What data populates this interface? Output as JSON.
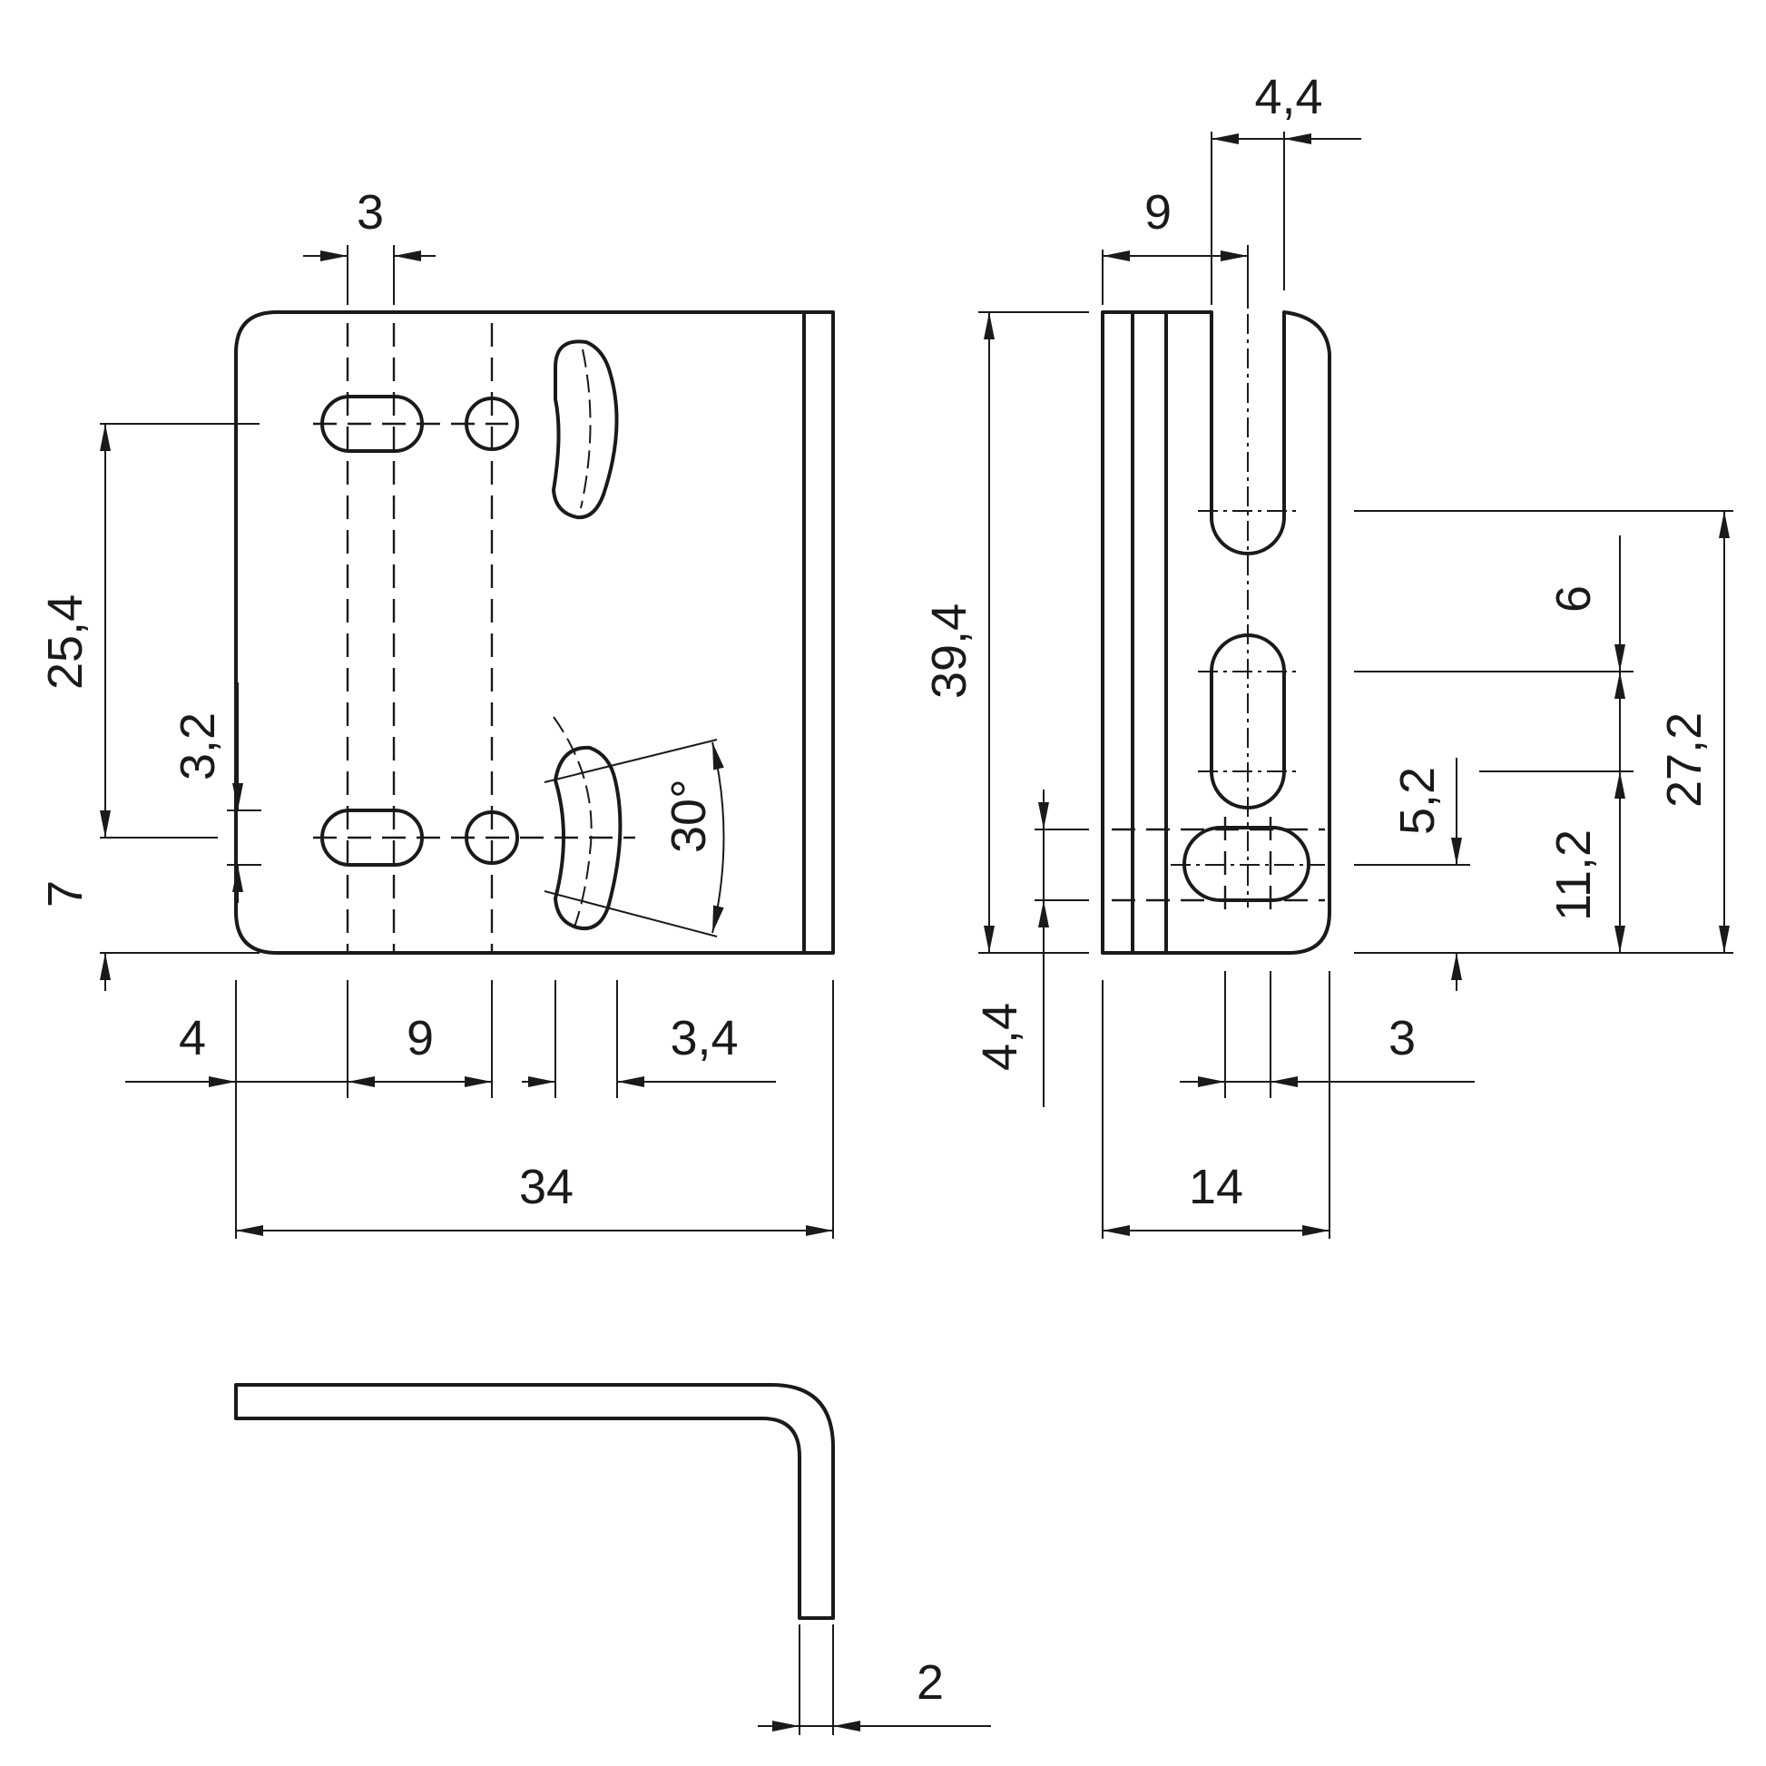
{
  "front_view": {
    "width": "34",
    "edge_to_first_hole": "4",
    "hole_spacing": "9",
    "arc_slot_width": "3,4",
    "slot_length": "3",
    "vertical_hole_spacing": "25,4",
    "bottom_hole_height": "7",
    "slot_width": "3,2",
    "arc_angle": "30°"
  },
  "side_view": {
    "height": "39,4",
    "depth": "14",
    "slot_offset": "9",
    "open_slot_width": "4,4",
    "bottom_slot_width": "3",
    "bottom_slot_height": "4,4",
    "bottom_slot_center": "5,2",
    "slot_spacing": "6",
    "mid_slot_height": "11,2",
    "top_slot_height": "27,2"
  },
  "bottom_view": {
    "thickness": "2"
  }
}
